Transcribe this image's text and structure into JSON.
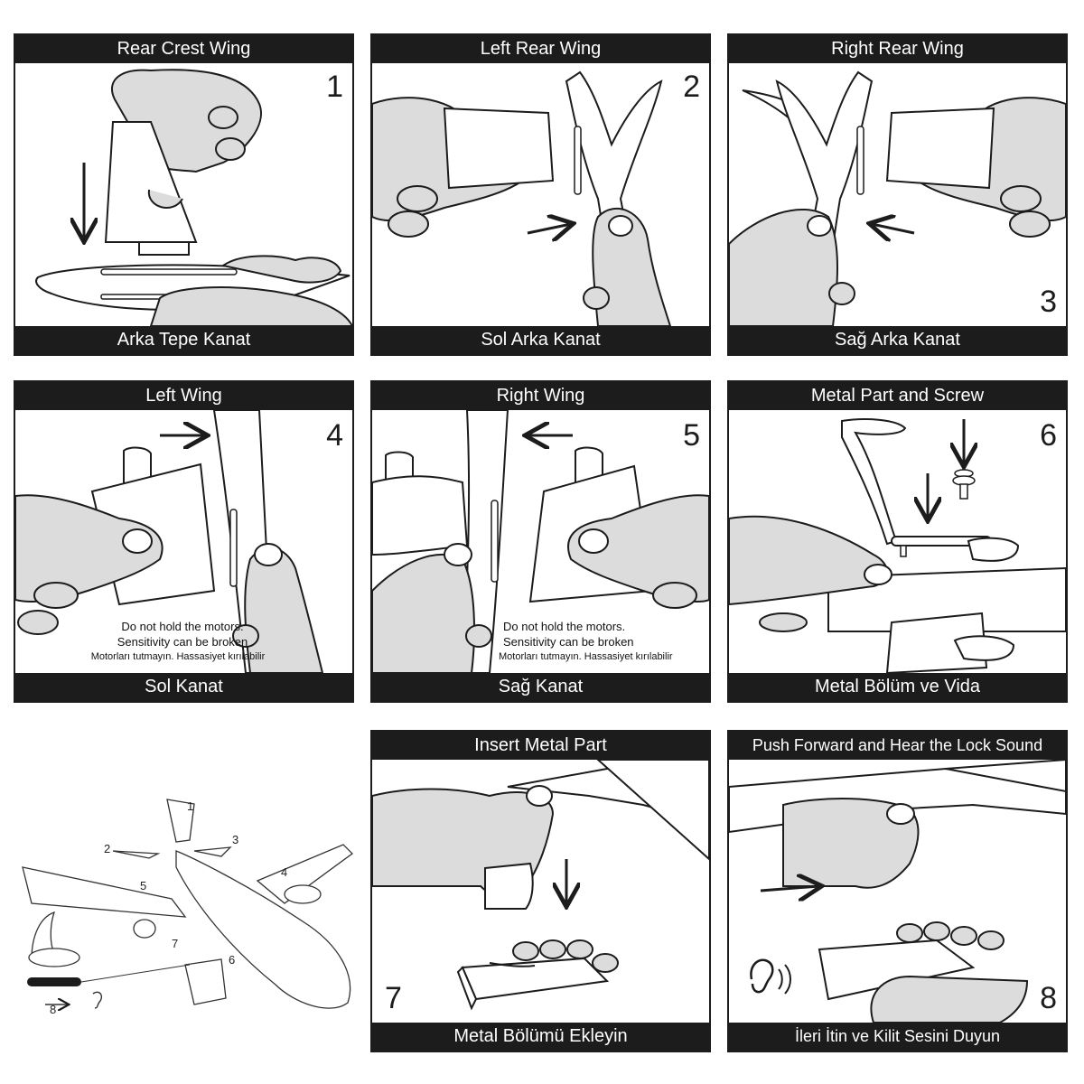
{
  "colors": {
    "ink": "#1c1c1c",
    "skin": "#dcdcdc",
    "paper": "#ffffff"
  },
  "panels": [
    {
      "number": "1",
      "title_en": "Rear Crest Wing",
      "title_tr": "Arka Tepe Kanat"
    },
    {
      "number": "2",
      "title_en": "Left Rear Wing",
      "title_tr": "Sol Arka Kanat"
    },
    {
      "number": "3",
      "title_en": "Right Rear Wing",
      "title_tr": "Sağ Arka Kanat"
    },
    {
      "number": "4",
      "title_en": "Left Wing",
      "title_tr": "Sol Kanat",
      "warning_en_1": "Do not hold the motors.",
      "warning_en_2": "Sensitivity can be broken",
      "warning_tr": "Motorları tutmayın. Hassasiyet kırılabilir"
    },
    {
      "number": "5",
      "title_en": "Right Wing",
      "title_tr": "Sağ Kanat",
      "warning_en_1": "Do not hold the motors.",
      "warning_en_2": "Sensitivity can be broken",
      "warning_tr": "Motorları tutmayın. Hassasiyet kırılabilir"
    },
    {
      "number": "6",
      "title_en": "Metal Part and Screw",
      "title_tr": "Metal Bölüm ve Vida"
    },
    {
      "number": "7",
      "title_en": "Insert Metal Part",
      "title_tr": "Metal Bölümü Ekleyin"
    },
    {
      "number": "8",
      "title_en": "Push Forward and Hear the Lock Sound",
      "title_tr": "İleri İtin ve Kilit Sesini Duyun"
    }
  ],
  "overview": {
    "labels": [
      "1",
      "2",
      "3",
      "4",
      "5",
      "6",
      "7",
      "8"
    ]
  }
}
